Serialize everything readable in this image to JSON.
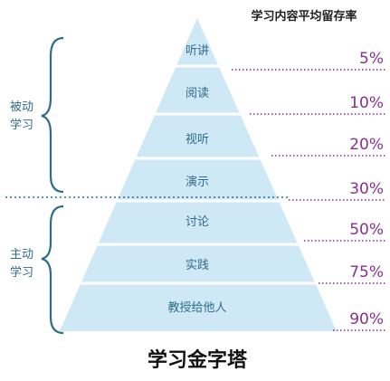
{
  "header": {
    "retention_label": "学习内容平均留存率"
  },
  "title": "学习金字塔",
  "groups": [
    {
      "label_line1": "被动",
      "label_line2": "学习"
    },
    {
      "label_line1": "主动",
      "label_line2": "学习"
    }
  ],
  "layers": [
    {
      "label": "听讲",
      "rate": "5%"
    },
    {
      "label": "阅读",
      "rate": "10%"
    },
    {
      "label": "视听",
      "rate": "20%"
    },
    {
      "label": "演示",
      "rate": "30%"
    },
    {
      "label": "讨论",
      "rate": "50%"
    },
    {
      "label": "实践",
      "rate": "75%"
    },
    {
      "label": "教授给他人",
      "rate": "90%"
    }
  ],
  "colors": {
    "pyramid_fill": "#cfe8f6",
    "layer_divider": "#ffffff",
    "label_text": "#2f6d8c",
    "rate_text": "#8a2f8f",
    "dotted_line": "#8a2f8f",
    "group_divider": "#2f6d8c",
    "brace": "#2f6d8c"
  }
}
